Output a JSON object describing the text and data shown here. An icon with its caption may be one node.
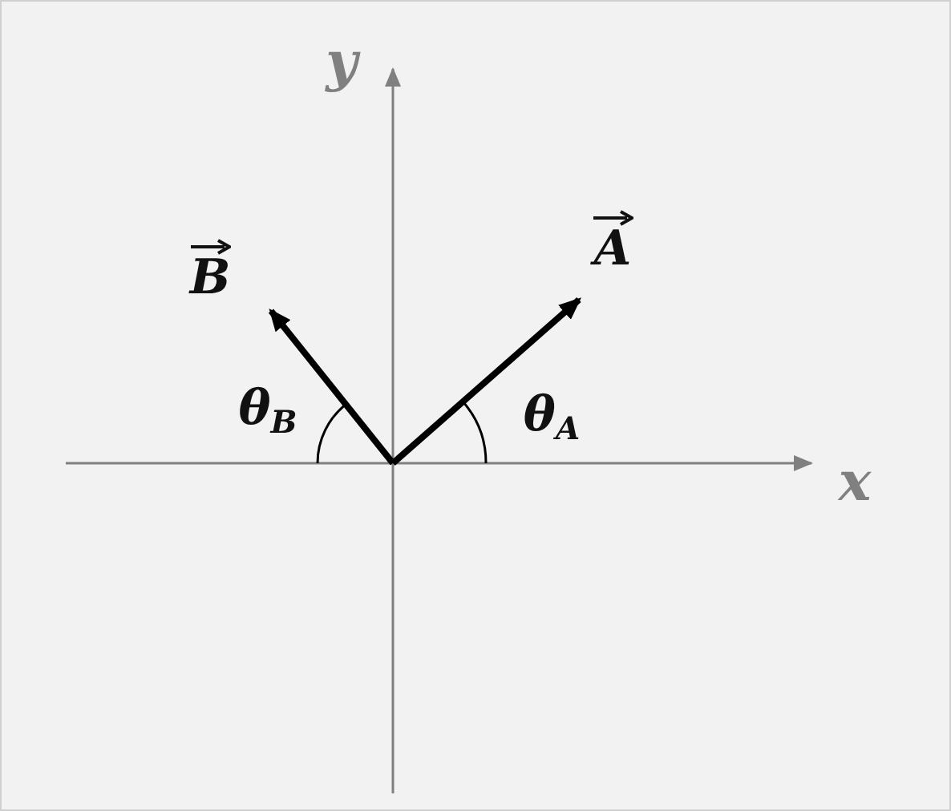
{
  "diagram": {
    "labels": [
      "y",
      "A",
      "B",
      "θ$_{B}$",
      "θ$_{A}$",
      "x"
    ]
  }
}
